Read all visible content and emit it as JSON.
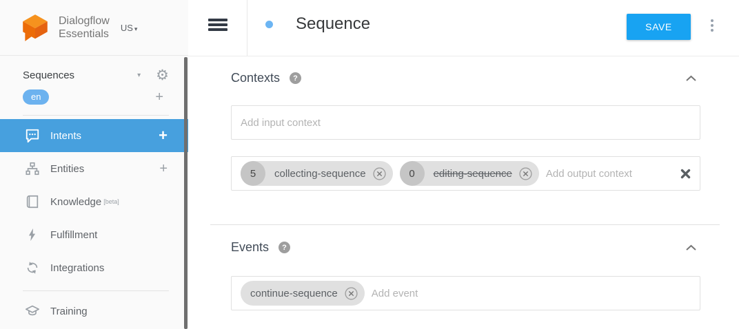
{
  "colors": {
    "active_item_bg": "#47a0de",
    "save_button_bg": "#18a3f2",
    "lang_pill_bg": "#6cb2ef",
    "chip_bg": "#e0e0e0",
    "chip_badge_bg": "#c5c5c5",
    "logo_orange_top": "#f6921e",
    "logo_orange_side": "#ec6c08"
  },
  "icons": {
    "gear": "⚙",
    "caret_down": "▾",
    "add": "+",
    "help": "?"
  },
  "sidebar": {
    "logo_line1": "Dialogflow",
    "logo_line2": "Essentials",
    "region": "US",
    "agent_name": "Sequences",
    "language_badge": "en",
    "items": [
      {
        "label": "Intents",
        "active": true
      },
      {
        "label": "Entities",
        "active": false
      },
      {
        "label": "Knowledge",
        "suffix": "[beta]",
        "active": false
      },
      {
        "label": "Fulfillment",
        "active": false
      },
      {
        "label": "Integrations",
        "active": false
      },
      {
        "label": "Training",
        "active": false
      }
    ]
  },
  "header": {
    "title": "Sequence",
    "save_label": "SAVE"
  },
  "contexts": {
    "heading": "Contexts",
    "input_placeholder": "Add input context",
    "output_placeholder": "Add output context",
    "output_chips": [
      {
        "lifespan": "5",
        "name": "collecting-sequence",
        "strikethrough": false
      },
      {
        "lifespan": "0",
        "name": "editing-sequence",
        "strikethrough": true
      }
    ]
  },
  "events": {
    "heading": "Events",
    "placeholder": "Add event",
    "chips": [
      {
        "name": "continue-sequence"
      }
    ]
  }
}
